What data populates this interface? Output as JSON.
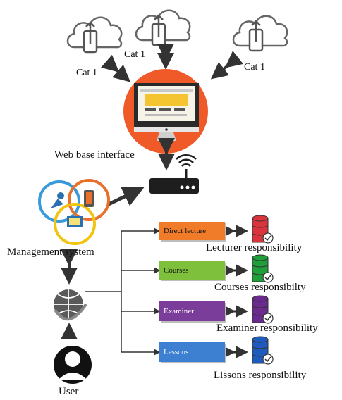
{
  "clouds": [
    {
      "label": "Cat 1"
    },
    {
      "label": "Cat 1"
    },
    {
      "label": "Cat 1"
    }
  ],
  "web_interface": {
    "label": "Web base interface"
  },
  "management": {
    "label": "Management system"
  },
  "user": {
    "label": "User"
  },
  "modules": [
    {
      "name": "Direct lecture",
      "responsibility": "Lecturer responsibility",
      "color": "#f07c2a",
      "db_color": "#d9343b"
    },
    {
      "name": "Courses",
      "responsibility": "Courses responsibilty",
      "color": "#7ebf3c",
      "db_color": "#1f9e3a"
    },
    {
      "name": "Examiner",
      "responsibility": "Examiner responsibility",
      "color": "#7a3d9a",
      "db_color": "#6a2a8e"
    },
    {
      "name": "Lessons",
      "responsibility": "Lissons responsibility",
      "color": "#3d7fd1",
      "db_color": "#1f5bbd"
    }
  ]
}
